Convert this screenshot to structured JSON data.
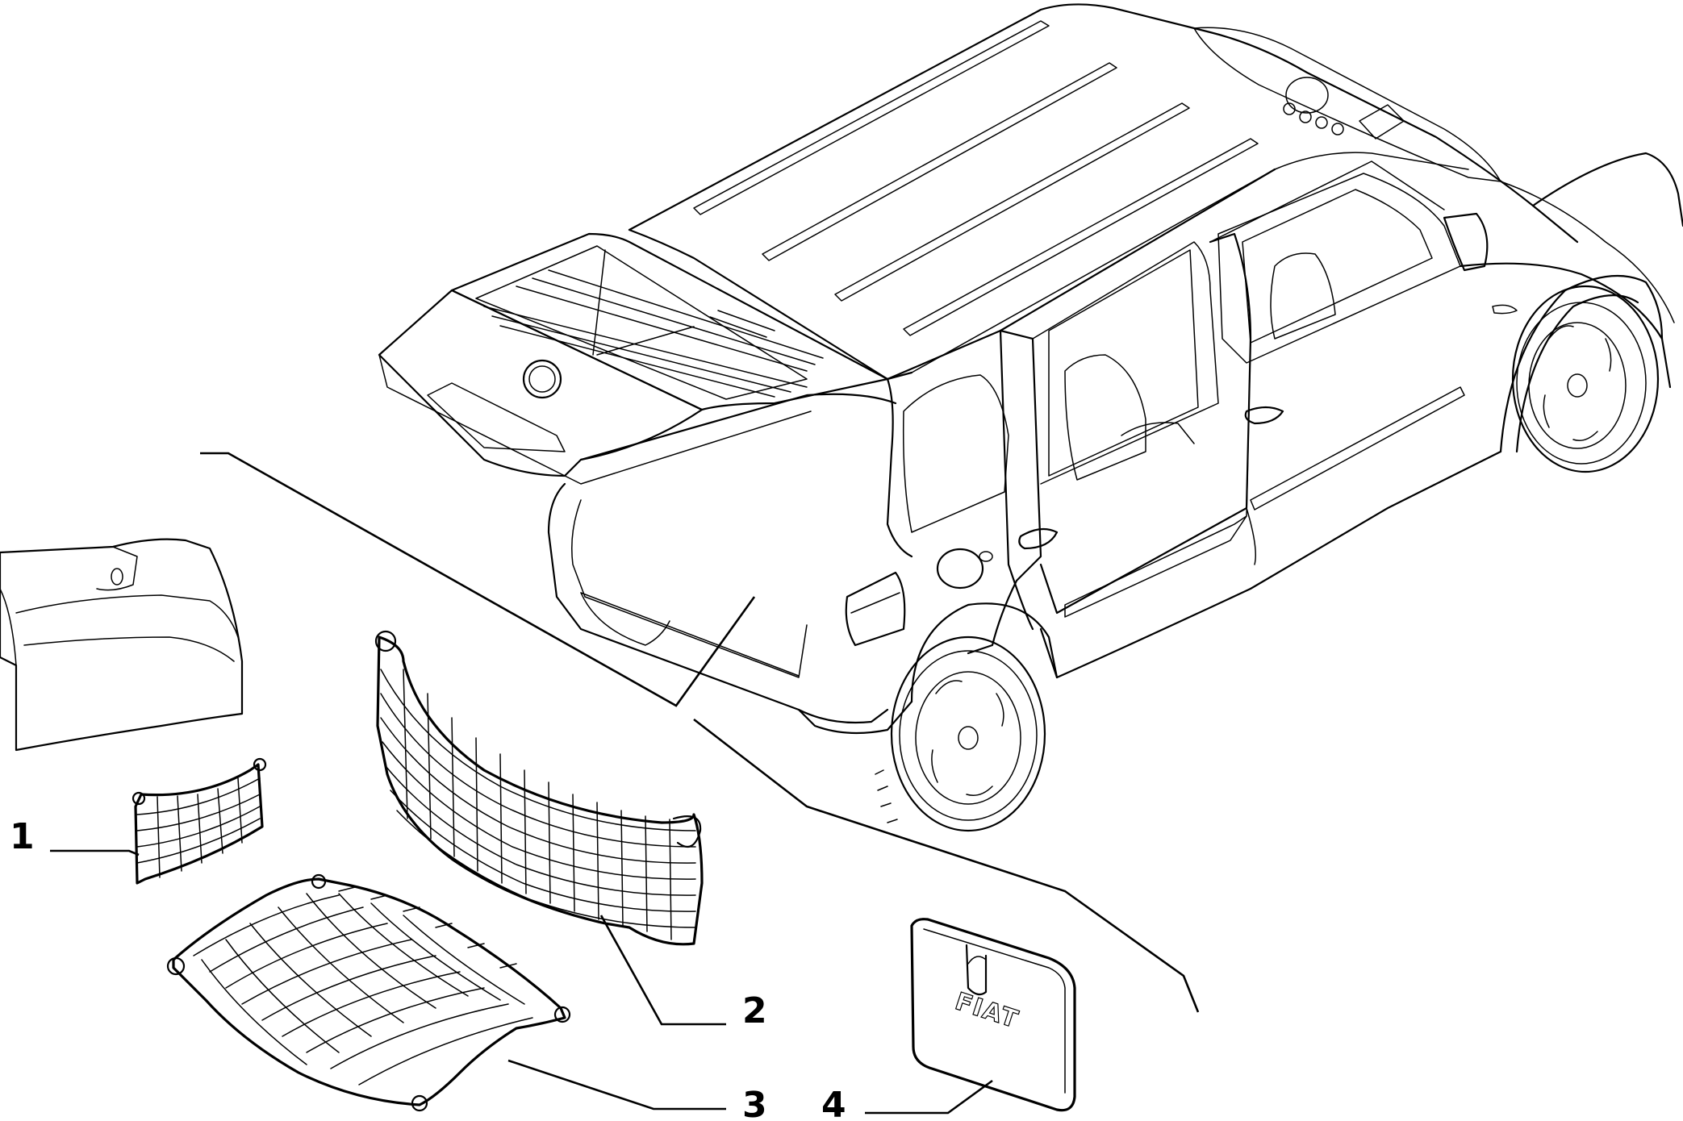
{
  "callouts": [
    {
      "id": "1",
      "label": "1",
      "part": "small-cargo-net"
    },
    {
      "id": "2",
      "label": "2",
      "part": "vertical-luggage-net"
    },
    {
      "id": "3",
      "label": "3",
      "part": "floor-luggage-net"
    },
    {
      "id": "4",
      "label": "4",
      "part": "document-pouch"
    }
  ],
  "pouch_logo_text": "FIAT",
  "colors": {
    "line": "#000000",
    "background": "#ffffff"
  }
}
